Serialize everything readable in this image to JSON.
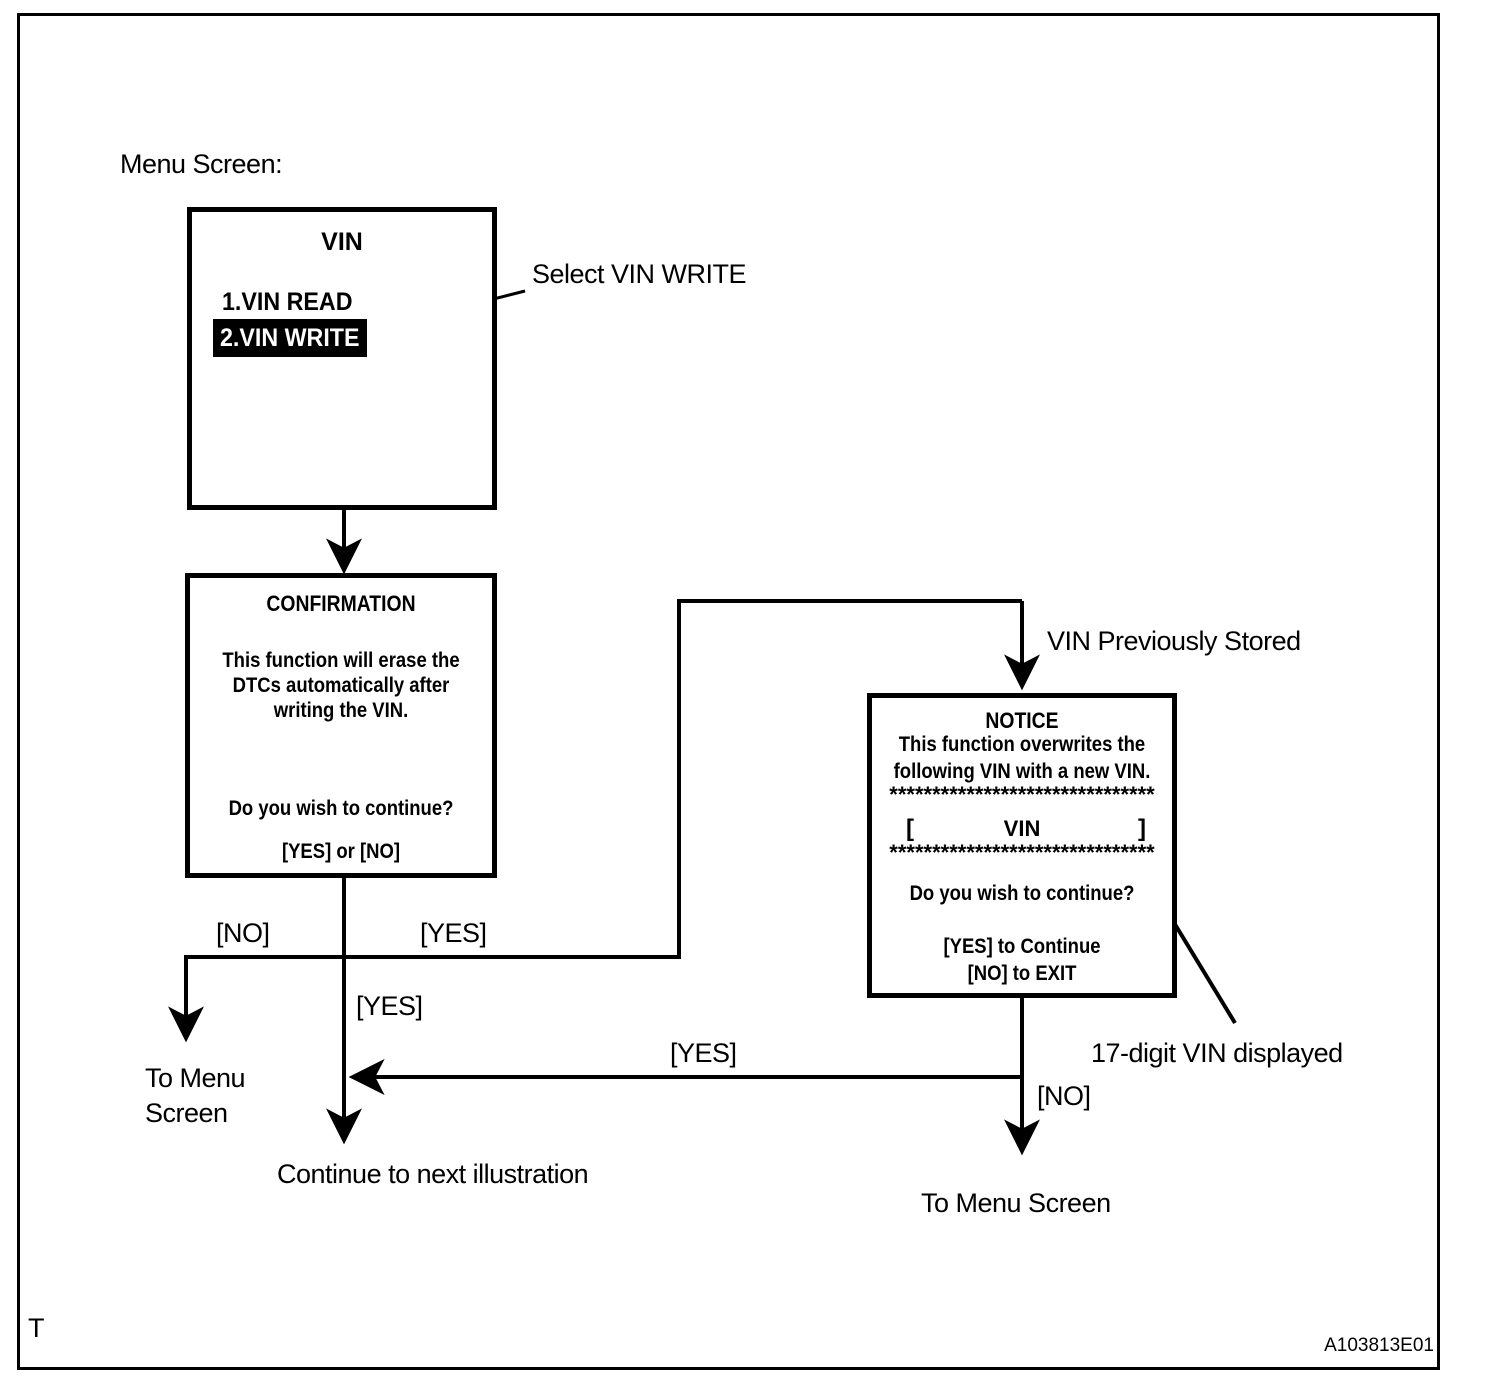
{
  "page": {
    "label": "Menu Screen:",
    "corner_mark": "T",
    "figure_id": "A103813E01",
    "colors": {
      "ink": "#000000",
      "paper": "#ffffff",
      "highlight_bg": "#000000",
      "highlight_text": "#ffffff"
    }
  },
  "menu_screen_box": {
    "title": "VIN",
    "item_read": "1.VIN READ",
    "item_write": "2.VIN WRITE",
    "callout": "Select VIN WRITE"
  },
  "confirmation_box": {
    "title": "CONFIRMATION",
    "body_line1": "This function will erase the",
    "body_line2": "DTCs automatically after",
    "body_line3": "writing the VIN.",
    "question": "Do you wish to continue?",
    "options": "[YES] or [NO]"
  },
  "notice_box": {
    "title": "NOTICE",
    "body_line1": "This function overwrites the",
    "body_line2": "following VIN with a new VIN.",
    "separator": "*******************************",
    "vin_open_bracket": "[",
    "vin_label": "VIN",
    "vin_close_bracket": "]",
    "question": "Do you wish to continue?",
    "option_yes": "[YES] to Continue",
    "option_no": "[NO] to EXIT"
  },
  "flow_labels": {
    "vin_previously_stored": "VIN Previously Stored",
    "confirm_no": "[NO]",
    "confirm_yes_right": "[YES]",
    "confirm_yes_down": "[YES]",
    "notice_yes": "[YES]",
    "notice_no": "[NO]",
    "to_menu_left_line1": "To Menu",
    "to_menu_left_line2": "Screen",
    "continue_next": "Continue to next illustration",
    "to_menu_right": "To Menu Screen",
    "vin_digits_note": "17-digit VIN displayed"
  }
}
